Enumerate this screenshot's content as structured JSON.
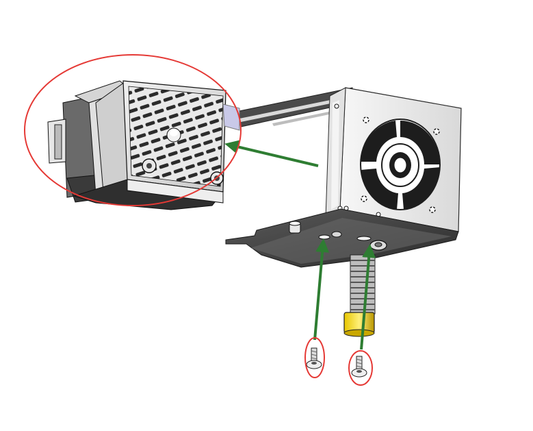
{
  "colors": {
    "highlight": "#e53935",
    "arrow": "#2e7d32",
    "metal_light": "#f2f2f2",
    "metal_mid": "#bfbfbf",
    "metal_dark": "#3a3a3a",
    "heatsink": "#6f7580",
    "fan_dark": "#1d1d1d",
    "brass": "#d9b400",
    "background": "#ffffff"
  },
  "callouts": [
    {
      "name": "heatsink-detail",
      "shape": "ellipse"
    },
    {
      "name": "screw-left",
      "shape": "ellipse"
    },
    {
      "name": "screw-right",
      "shape": "ellipse"
    }
  ],
  "arrows": [
    {
      "name": "arrow-to-detail",
      "direction": "left"
    },
    {
      "name": "arrow-screw-left",
      "direction": "up"
    },
    {
      "name": "arrow-screw-right",
      "direction": "up"
    }
  ],
  "icons": [
    "fan-icon",
    "screw-icon",
    "heatsink-icon",
    "hotend-icon"
  ]
}
